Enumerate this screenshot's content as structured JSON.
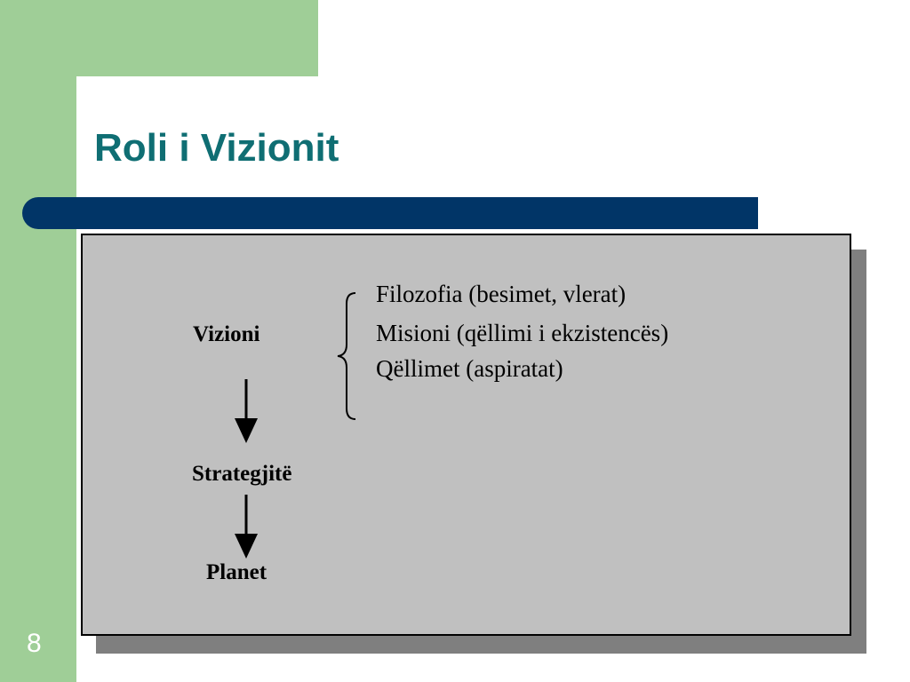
{
  "slide": {
    "title": "Roli i Vizionit",
    "page_number": "8"
  },
  "diagram": {
    "nodes": [
      {
        "label": "Vizioni"
      },
      {
        "label": "Strategjitë"
      },
      {
        "label": "Planet"
      }
    ],
    "vision_components": [
      {
        "label": "Filozofia (besimet, vlerat)"
      },
      {
        "label": "Misioni (qëllimi i ekzistencës)"
      },
      {
        "label": "Qëllimet (aspiratat)"
      }
    ]
  },
  "colors": {
    "green_background": "#9fce97",
    "title_text": "#0f6e73",
    "title_bar": "#013567",
    "panel": "#c0c0c0",
    "panel_shadow": "#7f7f7f"
  }
}
